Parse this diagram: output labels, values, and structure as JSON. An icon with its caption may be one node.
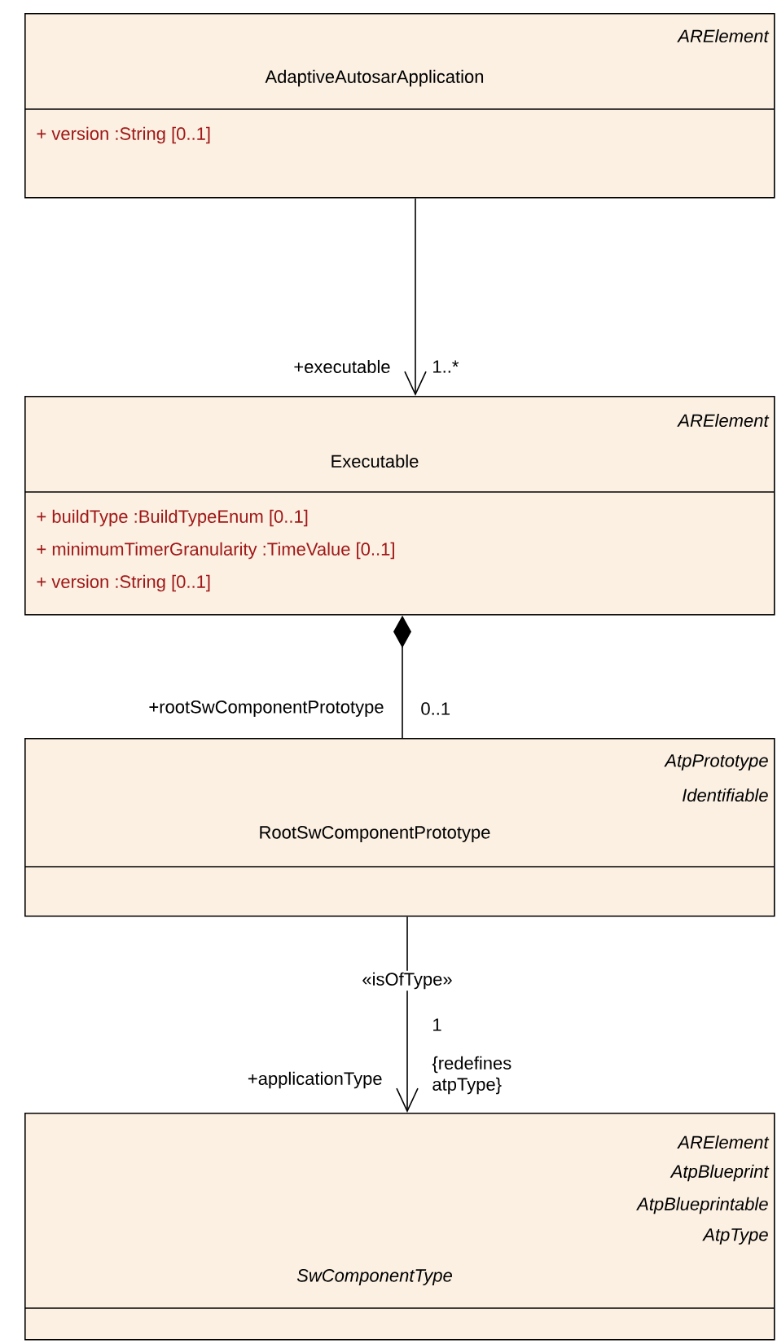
{
  "diagram": {
    "nodes": [
      {
        "text": [
          "ARElement",
          "AdaptiveAutosarApplication",
          "+ version :String [0..1]"
        ]
      },
      {
        "text": [
          "ARElement",
          "Executable",
          "+ buildType :BuildTypeEnum [0..1]",
          "+ minimumTimerGranularity :TimeValue [0..1]",
          "+ version :String [0..1]"
        ]
      },
      {
        "text": [
          "AtpPrototype",
          "Identifiable",
          "RootSwComponentPrototype"
        ]
      },
      {
        "text": [
          "ARElement",
          "AtpBlueprint",
          "AtpBlueprintable",
          "AtpType",
          "SwComponentType"
        ]
      }
    ],
    "edges": [
      {
        "from": 0,
        "to": 1,
        "arrow": "to"
      },
      {
        "from": 2,
        "to": 1,
        "arrow": "other"
      },
      {
        "from": 2,
        "to": 3,
        "arrow": "to",
        "label": "«isOfType»"
      }
    ],
    "labels": [
      "+executable",
      "1..*",
      "+rootSwComponentPrototype",
      "0..1",
      "1",
      "{redefines atpType}",
      "+applicationType"
    ]
  }
}
